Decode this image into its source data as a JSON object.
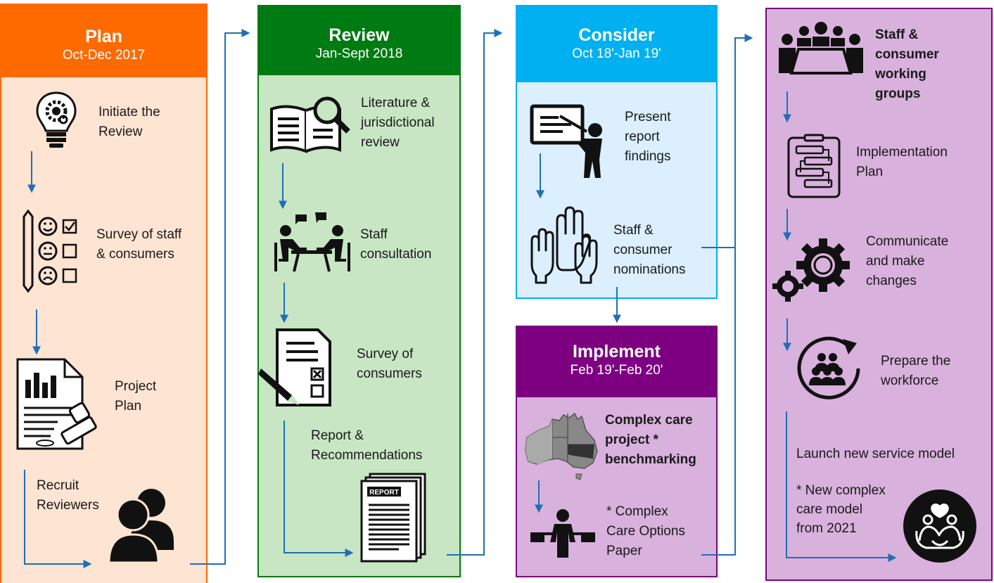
{
  "stages": {
    "plan": {
      "title": "Plan",
      "dates": "Oct-Dec 2017",
      "color": "#ff6a00",
      "fill": "#fde4d3"
    },
    "review": {
      "title": "Review",
      "dates": "Jan-Sept 2018",
      "color": "#007a12",
      "fill": "#c8e6c4"
    },
    "consider": {
      "title": "Consider",
      "dates": "Oct 18'-Jan 19'",
      "color": "#00b0f0",
      "fill": "#dcefff"
    },
    "implement": {
      "title": "Implement",
      "dates": "Feb 19'-Feb 20'",
      "color": "#7d0080",
      "fill": "#d9b1dd"
    },
    "launch": {
      "color": "#7d0080",
      "fill": "#d9b1dd"
    }
  },
  "plan_steps": {
    "initiate": [
      "Initiate the",
      "Review"
    ],
    "survey": [
      "Survey of staff",
      "& consumers"
    ],
    "project": [
      "Project",
      "Plan"
    ],
    "recruit": [
      "Recruit",
      "Reviewers"
    ]
  },
  "review_steps": {
    "literature": [
      "Literature &",
      "jurisdictional",
      "review"
    ],
    "staff": [
      "Staff",
      "consultation"
    ],
    "survey": [
      "Survey of",
      "consumers"
    ],
    "report": [
      "Report &",
      "Recommendations"
    ],
    "report_doc_label": "REPORT"
  },
  "consider_steps": {
    "present": [
      "Present",
      "report",
      "findings"
    ],
    "nominations": [
      "Staff &",
      "consumer",
      "nominations"
    ]
  },
  "implement_steps": {
    "benchmark": [
      "Complex care",
      "project *",
      "benchmarking"
    ],
    "options": [
      "* Complex",
      "Care Options",
      "Paper"
    ]
  },
  "launch_steps": {
    "groups": [
      "Staff &",
      "consumer",
      "working",
      "groups"
    ],
    "plan": [
      "Implementation",
      "Plan"
    ],
    "communicate": [
      "Communicate",
      "and make",
      "changes"
    ],
    "workforce": [
      "Prepare the",
      "workforce"
    ],
    "launch": "Launch new service model",
    "model": [
      "* New complex",
      "care model",
      "from 2021"
    ]
  },
  "connector_color": "#1f6fb5"
}
